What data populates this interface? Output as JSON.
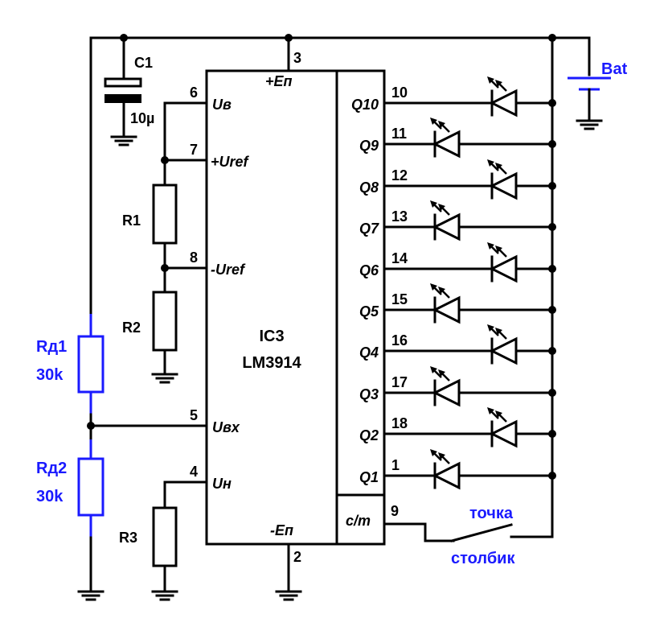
{
  "chip": {
    "designator": "IC3",
    "part": "LM3914"
  },
  "pins": {
    "vplus_label": "+Eп",
    "vplus_num": "3",
    "vminus_label": "-Eп",
    "vminus_num": "2",
    "uv_label": "Uв",
    "uv_num": "6",
    "refp_label": "+Uref",
    "refp_num": "7",
    "refm_label": "-Uref",
    "refm_num": "8",
    "uin_label": "Uвх",
    "uin_num": "5",
    "ulo_label": "Uн",
    "ulo_num": "4",
    "mode_label": "c/m",
    "mode_num": "9"
  },
  "outputs": [
    {
      "label": "Q10",
      "pin": "10"
    },
    {
      "label": "Q9",
      "pin": "11"
    },
    {
      "label": "Q8",
      "pin": "12"
    },
    {
      "label": "Q7",
      "pin": "13"
    },
    {
      "label": "Q6",
      "pin": "14"
    },
    {
      "label": "Q5",
      "pin": "15"
    },
    {
      "label": "Q4",
      "pin": "16"
    },
    {
      "label": "Q3",
      "pin": "17"
    },
    {
      "label": "Q2",
      "pin": "18"
    },
    {
      "label": "Q1",
      "pin": "1"
    }
  ],
  "components": {
    "c1_name": "C1",
    "c1_value": "10µ",
    "r1_name": "R1",
    "r2_name": "R2",
    "r3_name": "R3",
    "rd1_name": "Rд1",
    "rd1_value": "30k",
    "rd2_name": "Rд2",
    "rd2_value": "30k",
    "battery_label": "Bat"
  },
  "switch": {
    "dot_label": "точка",
    "bar_label": "столбик"
  },
  "colors": {
    "wire": "#000000",
    "highlight": "#1a1aff",
    "background": "#ffffff"
  }
}
